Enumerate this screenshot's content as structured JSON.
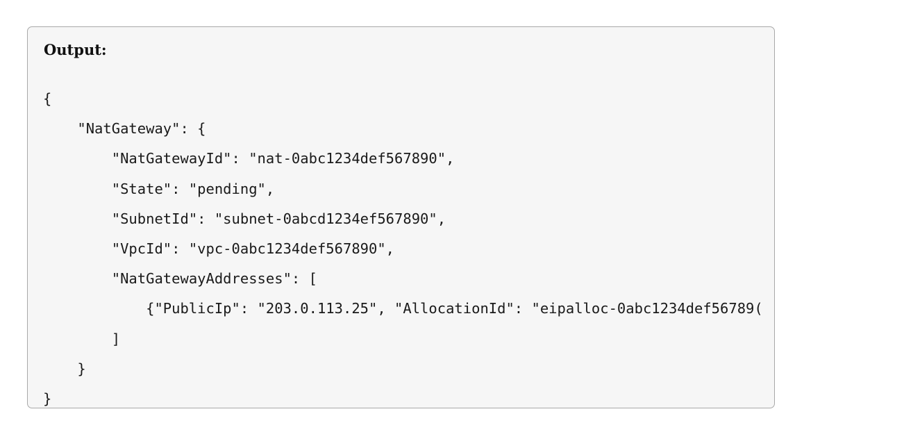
{
  "title": "Output:",
  "code_lines": [
    "{",
    "    \"NatGateway\": {",
    "        \"NatGatewayId\": \"nat-0abc1234def567890\",",
    "        \"State\": \"pending\",",
    "        \"SubnetId\": \"subnet-0abcd1234ef567890\",",
    "        \"VpcId\": \"vpc-0abc1234def567890\",",
    "        \"NatGatewayAddresses\": [",
    "            {\"PublicIp\": \"203.0.113.25\", \"AllocationId\": \"eipalloc-0abc1234def56789(",
    "        ]",
    "    }",
    "}"
  ]
}
